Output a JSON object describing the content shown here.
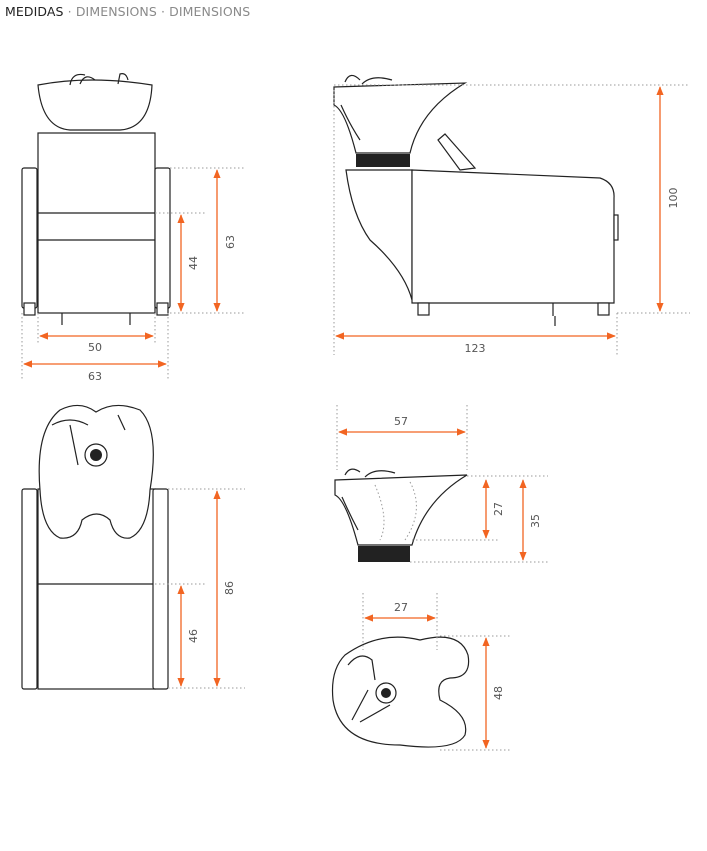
{
  "header": {
    "main": "MEDIDAS",
    "sep1": " · ",
    "sub1": "DIMENSIONS",
    "sep2": " · ",
    "sub2": "DIMENSIONS"
  },
  "colors": {
    "dimension": "#f26522",
    "line": "#222222",
    "guide": "#999999"
  },
  "front_view": {
    "height_total": "63",
    "seat_height": "44",
    "inner_width": "50",
    "total_width": "63"
  },
  "side_view": {
    "height": "100",
    "length": "123"
  },
  "top_view": {
    "depth": "86",
    "seat_depth": "46"
  },
  "basin_side": {
    "width": "57",
    "height_bowl": "27",
    "height_total": "35"
  },
  "basin_top": {
    "width": "27",
    "depth": "48"
  }
}
